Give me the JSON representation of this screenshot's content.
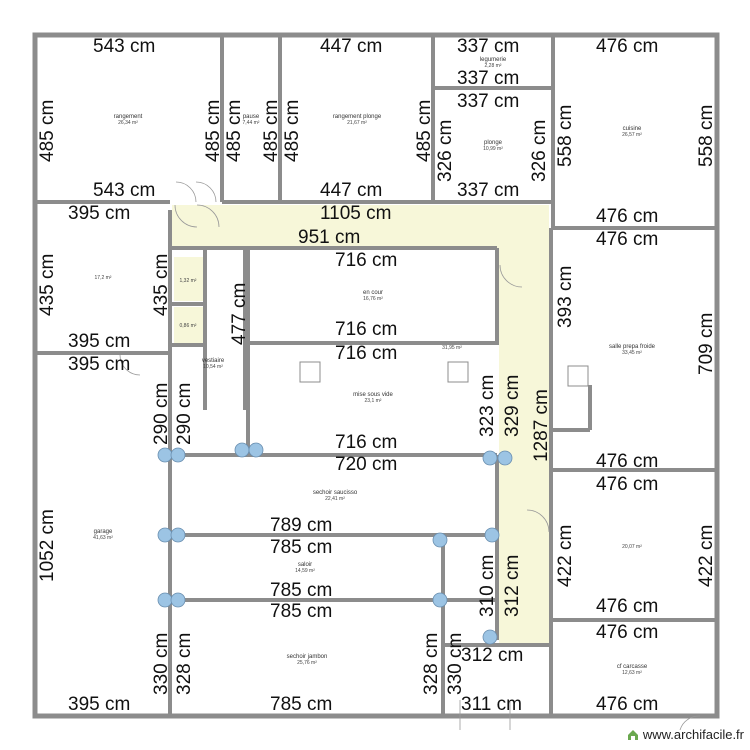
{
  "rooms": {
    "rangement": {
      "name": "rangement",
      "area": "26,34 m²"
    },
    "pause": {
      "name": "pause",
      "area": "7,44 m²"
    },
    "rangement_plonge": {
      "name": "rangement plonge",
      "area": "21,67 m²"
    },
    "legumerie": {
      "name": "legumerie",
      "area": "2,28 m²"
    },
    "plonge": {
      "name": "plonge",
      "area": "10,99 m²"
    },
    "cuisine": {
      "name": "cuisine",
      "area": "26,57 m²"
    },
    "room_172": {
      "area": "17,2 m²"
    },
    "small1": {
      "area": "1,32 m²"
    },
    "small2": {
      "area": "0,86 m²"
    },
    "vestiaire": {
      "name": "vestiaire",
      "area": "10,54 m²"
    },
    "en_cour": {
      "name": "en cour",
      "area": "16,76 m²"
    },
    "corridor": {
      "area": "31,95 m²"
    },
    "mise_sous_vide": {
      "name": "mise sous vide",
      "area": "23,1 m²"
    },
    "salle_prepa_froide": {
      "name": "salle prepa froide",
      "area": "33,45 m²"
    },
    "garage": {
      "name": "garage",
      "area": "41,63 m²"
    },
    "sechoir_saucisson": {
      "name": "sechoir saucisso",
      "area": "22,41 m²"
    },
    "saloir": {
      "name": "saloir",
      "area": "14,59 m²"
    },
    "sechoir_jambon": {
      "name": "sechoir jambon",
      "area": "25,76 m²"
    },
    "room_2007": {
      "area": "20,07 m²"
    },
    "cf_carcasse": {
      "name": "cf carcasse",
      "area": "12,63 m²"
    }
  },
  "dimensions": {
    "d543t": "543 cm",
    "d447t": "447 cm",
    "d337t": "337 cm",
    "d476t1": "476 cm",
    "d337m": "337 cm",
    "d337l": "337 cm",
    "d485a": "485 cm",
    "d485b": "485 cm",
    "d485c": "485 cm",
    "d485d": "485 cm",
    "d485e": "485 cm",
    "d485f": "485 cm",
    "d326a": "326 cm",
    "d326b": "326 cm",
    "d558a": "558 cm",
    "d558b": "558 cm",
    "d543b": "543 cm",
    "d447b": "447 cm",
    "d337b": "337 cm",
    "d476b1": "476 cm",
    "d395a": "395 cm",
    "d1105": "1105 cm",
    "d951": "951 cm",
    "d476t2": "476 cm",
    "d435a": "435 cm",
    "d435b": "435 cm",
    "d716a": "716 cm",
    "d393": "393 cm",
    "d709": "709 cm",
    "d477": "477 cm",
    "d716b": "716 cm",
    "d395b": "395 cm",
    "d395c": "395 cm",
    "d716c": "716 cm",
    "d290a": "290 cm",
    "d290b": "290 cm",
    "d323": "323 cm",
    "d329": "329 cm",
    "d1287": "1287 cm",
    "d716d": "716 cm",
    "d720": "720 cm",
    "d476b2": "476 cm",
    "d476t3": "476 cm",
    "d1052": "1052 cm",
    "d789": "789 cm",
    "d785a": "785 cm",
    "d422a": "422 cm",
    "d422b": "422 cm",
    "d785b": "785 cm",
    "d785c": "785 cm",
    "d310": "310 cm",
    "d312a": "312 cm",
    "d476b3": "476 cm",
    "d476t4": "476 cm",
    "d330a": "330 cm",
    "d328a": "328 cm",
    "d312b": "312 cm",
    "d328b": "328 cm",
    "d330b": "330 cm",
    "d395d": "395 cm",
    "d785d": "785 cm",
    "d311": "311 cm",
    "d476b4": "476 cm"
  },
  "watermark": "www.archifacile.fr",
  "colors": {
    "wall": "#8c8c8c",
    "corridor_fill": "#f7f7d9",
    "fixture_blue": "#9cc4e4",
    "background": "#ffffff"
  }
}
